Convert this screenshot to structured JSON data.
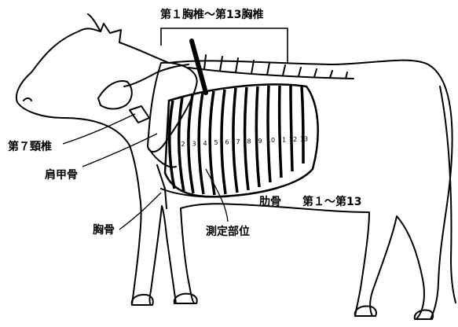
{
  "labels": {
    "thoracic_vertebrae": "第１胸椎〜第13胸椎",
    "cervical_7": "第７頸椎",
    "scapula": "肩甲骨",
    "sternum": "胸骨",
    "measurement_site": "測定部位",
    "ribs": "肋骨",
    "ribs_range": "第１〜第13"
  },
  "rib_numbers": [
    "2",
    "3",
    "4",
    "5",
    "6",
    "7",
    "8",
    "9",
    "10",
    "11",
    "12",
    "13"
  ],
  "colors": {
    "ink": "#000000",
    "paper": "#ffffff"
  }
}
